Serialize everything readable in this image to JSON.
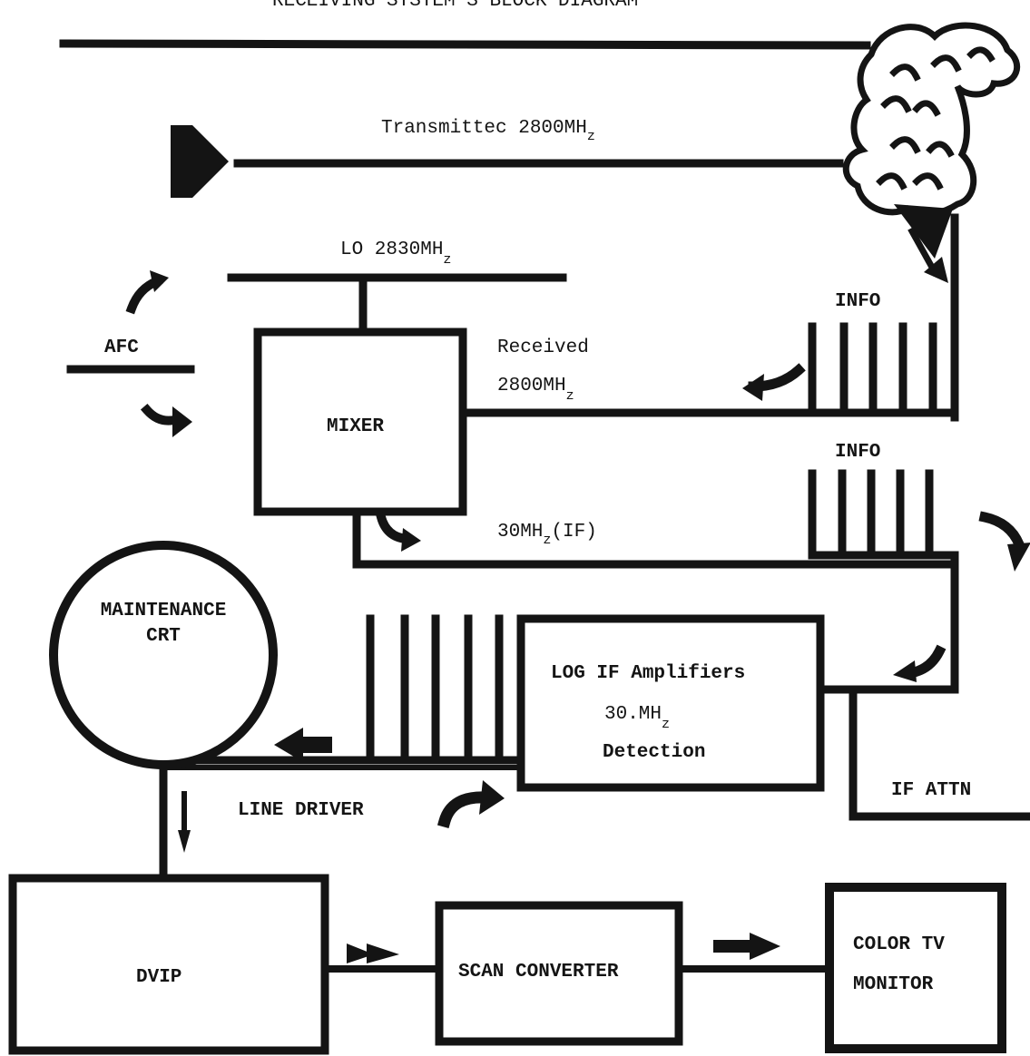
{
  "diagram": {
    "title": "RECEIVING SYSTEM'S BLOCK DIAGRAM",
    "labels": {
      "transmitted": "Transmittec 2800MH",
      "transmitted_sub": "z",
      "lo": "LO 2830MH",
      "lo_sub": "z",
      "info_top": "INFO",
      "info_mid": "INFO",
      "afc": "AFC",
      "received_line1": "Received",
      "received_line2": "2800MH",
      "received_sub": "z",
      "if_freq": "30MH",
      "if_freq_sub": "z",
      "if_freq_suffix": "(IF)",
      "if_attn": "IF ATTN",
      "line_driver": "LINE DRIVER"
    },
    "blocks": {
      "mixer": "MIXER",
      "log_if_line1": "LOG IF Amplifiers",
      "log_if_line2": "30.MH",
      "log_if_line2_sub": "z",
      "log_if_line3": "Detection",
      "maintenance_crt_line1": "MAINTENANCE",
      "maintenance_crt_line2": "CRT",
      "dvip": "DVIP",
      "scan_converter": "SCAN CONVERTER",
      "color_tv_line1": "COLOR TV",
      "color_tv_line2": "MONITOR"
    },
    "colors": {
      "ink": "#141414",
      "paper": "#ffffff"
    }
  }
}
